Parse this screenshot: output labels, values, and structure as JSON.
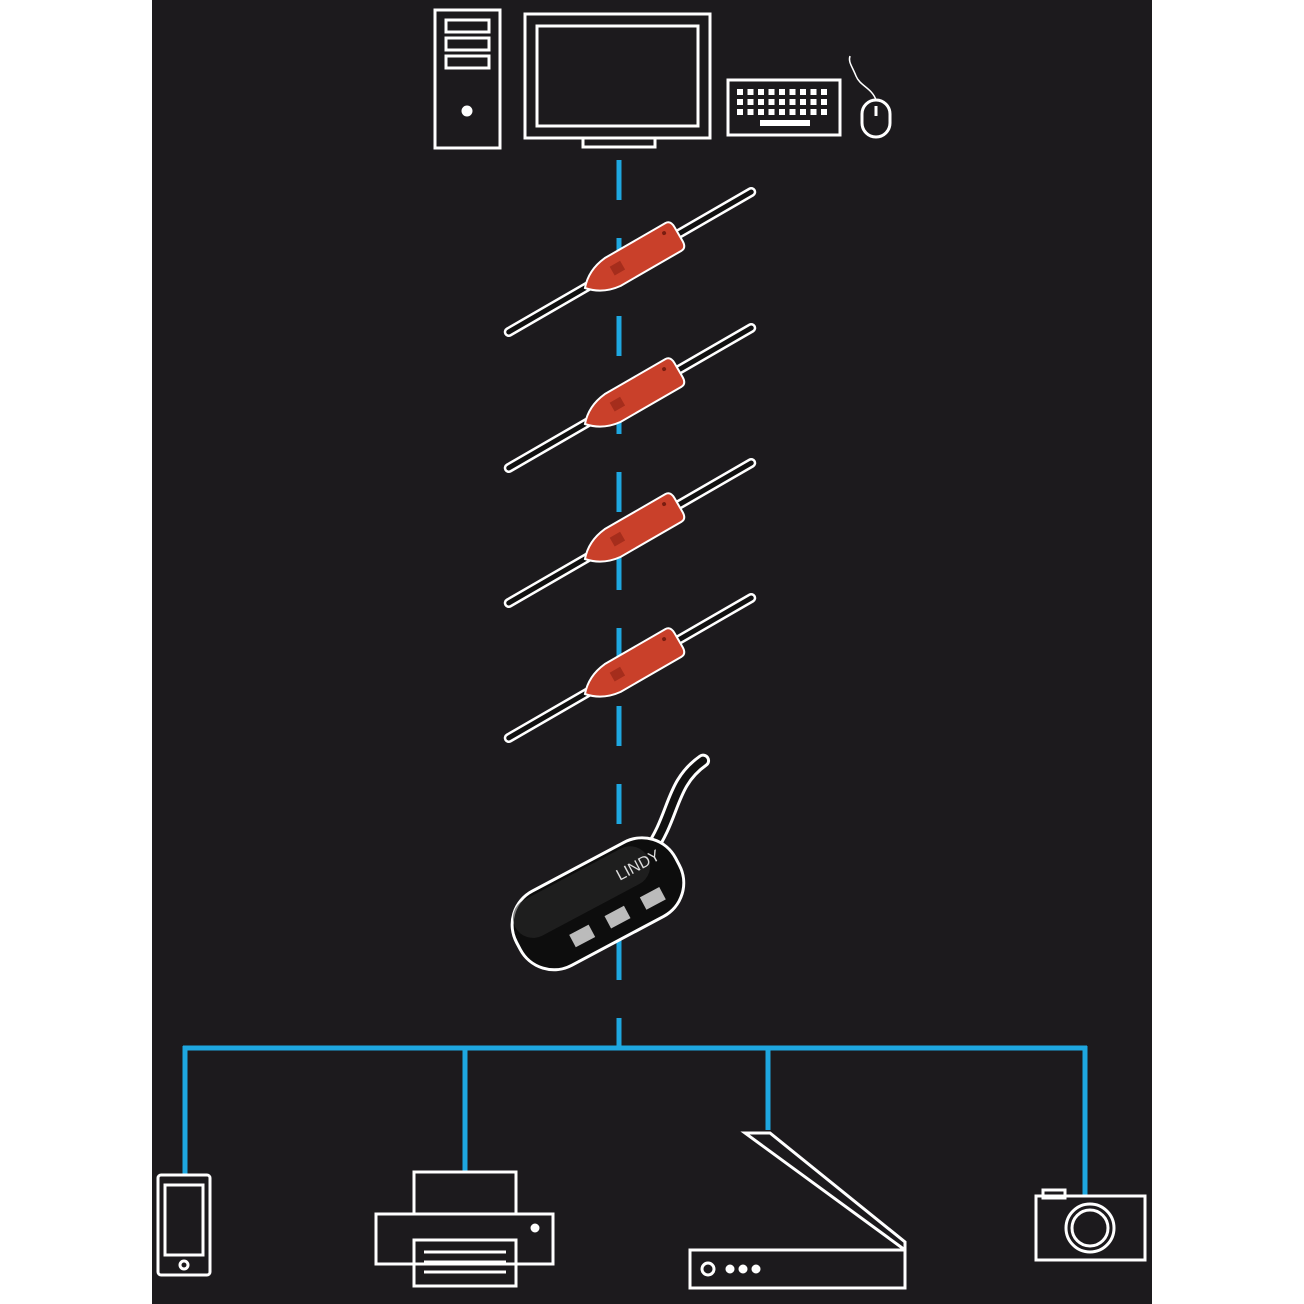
{
  "diagram": {
    "colors": {
      "background": "#1c1a1d",
      "connection": "#1ea7e0",
      "outline": "#ffffff",
      "repeater": "#c9402a",
      "hub": "#0d0d0d"
    },
    "host_devices": [
      "desktop-tower-icon",
      "monitor-icon",
      "keyboard-icon",
      "mouse-icon"
    ],
    "repeater_cables": 4,
    "hub": {
      "brand": "LINDY",
      "usb_ports": 3
    },
    "peripherals": [
      "smartphone-icon",
      "printer-icon",
      "scanner-icon",
      "camera-icon"
    ]
  }
}
